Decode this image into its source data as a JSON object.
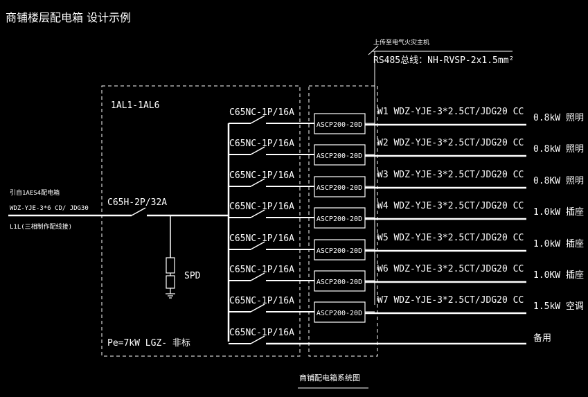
{
  "title": "商铺楼层配电箱 设计示例",
  "caption": "商铺配电箱系统图",
  "panel_id": "1AL1-1AL6",
  "panel_note": "Pe=7kW LGZ- 非标",
  "incoming": {
    "from": "引自1AES4配电箱",
    "cable": "WDZ-YJE-3*6 CD/ JDG30",
    "note": "L1L(三相制作配线接)",
    "main_breaker": "C65H-2P/32A"
  },
  "spd": "SPD",
  "bus": {
    "line1": "上传至电气火灾主机",
    "line2": "RS485总线：NH-RVSP-2x1.5mm²"
  },
  "circuits": [
    {
      "breaker": "C65NC-1P/16A",
      "monitor": "ASCP200-20D",
      "cable": "W1 WDZ-YJE-3*2.5CT/JDG20 CC",
      "load": "0.8kW 照明"
    },
    {
      "breaker": "C65NC-1P/16A",
      "monitor": "ASCP200-20D",
      "cable": "W2 WDZ-YJE-3*2.5CT/JDG20 CC",
      "load": "0.8kW 照明"
    },
    {
      "breaker": "C65NC-1P/16A",
      "monitor": "ASCP200-20D",
      "cable": "W3 WDZ-YJE-3*2.5CT/JDG20 CC",
      "load": "0.8KW 照明"
    },
    {
      "breaker": "C65NC-1P/16A",
      "monitor": "ASCP200-20D",
      "cable": "W4 WDZ-YJE-3*2.5CT/JDG20 CC",
      "load": "1.0kW 插座"
    },
    {
      "breaker": "C65NC-1P/16A",
      "monitor": "ASCP200-20D",
      "cable": "W5 WDZ-YJE-3*2.5CT/JDG20 CC",
      "load": "1.0kW 插座"
    },
    {
      "breaker": "C65NC-1P/16A",
      "monitor": "ASCP200-20D",
      "cable": "W6 WDZ-YJE-3*2.5CT/JDG20 CC",
      "load": "1.0KW 插座"
    },
    {
      "breaker": "C65NC-1P/16A",
      "monitor": "ASCP200-20D",
      "cable": "W7 WDZ-YJE-3*2.5CT/JDG20 CC",
      "load": "1.5kW 空调"
    },
    {
      "breaker": "C65NC-1P/16A",
      "monitor": "",
      "cable": "",
      "load": "备用"
    }
  ]
}
